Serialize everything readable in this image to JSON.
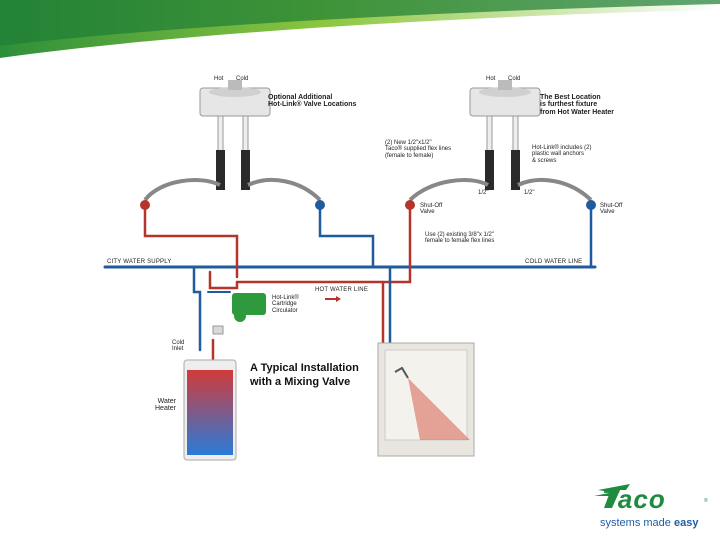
{
  "colors": {
    "hot": "#b5352b",
    "cold": "#1f5b9e",
    "brand_green": "#1f8b3f",
    "brand_blue": "#1f5fa6"
  },
  "left_fixture": {
    "hot": "Hot",
    "cold": "Cold",
    "caption": "Optional Additional\nHot-Link® Valve Locations"
  },
  "right_fixture": {
    "hot": "Hot",
    "cold": "Cold",
    "caption": "The Best Location\nis furthest fixture\nfrom Hot Water Heater"
  },
  "notes": {
    "new_lines": "(2) New 1/2\"x1/2\"\nTaco® supplied flex lines\n(female to female)",
    "includes": "Hot-Link® includes (2)\nplastic wall anchors\n& screws",
    "existing": "Use (2) existing 3/8\"x 1/2\"\nfemale to female flex lines",
    "size_left": "1/2\"",
    "size_right": "1/2\""
  },
  "valves": {
    "left": "Shut-Off\nValve",
    "right": "Shut-Off\nValve"
  },
  "lines": {
    "city": "CITY WATER SUPPLY",
    "cold": "COLD WATER LINE",
    "hot": "HOT WATER LINE"
  },
  "circulator": "Hot-Link®\nCartridge\nCirculator",
  "cold_inlet": "Cold\nInlet",
  "heater": "Water\nHeater",
  "title": "A Typical Installation\nwith a Mixing Valve",
  "brand": {
    "name": "Taco",
    "reg": "®",
    "tagline_prefix": "systems made ",
    "tagline_emphasis": "easy"
  },
  "icons": [
    "faucet-icon",
    "valve-icon",
    "shower-head-icon",
    "circulator-pump-icon",
    "water-heater-icon"
  ]
}
